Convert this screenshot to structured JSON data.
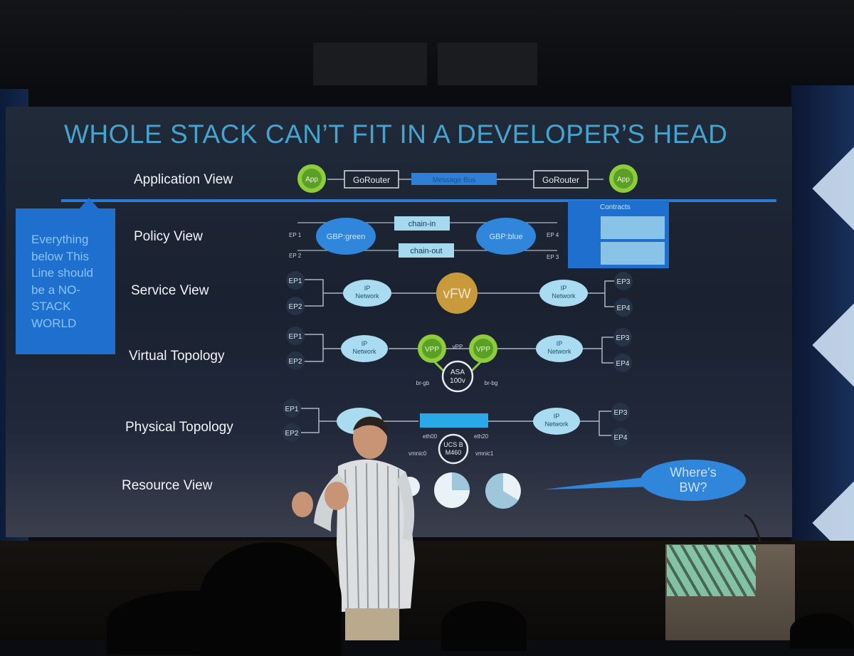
{
  "slide": {
    "title": "WHOLE STACK CAN’T FIT IN A DEVELOPER’S HEAD",
    "views": [
      "Application View",
      "Policy View",
      "Service View",
      "Virtual Topology",
      "Physical Topology",
      "Resource View"
    ],
    "note": "Everything\nbelow This\nLine should\nbe a NO-\nSTACK\nWORLD",
    "application_view": {
      "app_left": "App",
      "gorouter_left": "GoRouter",
      "message_bus": "Message Bus",
      "gorouter_right": "GoRouter",
      "app_right": "App"
    },
    "policy_view": {
      "ep1": "EP 1",
      "ep2": "EP 2",
      "ep3": "EP 3",
      "ep4": "EP 4",
      "group_left": "GBP:green",
      "group_right": "GBP:blue",
      "chain_in": "chain-in",
      "chain_out": "chain-out",
      "contracts_title": "Contracts"
    },
    "service_view": {
      "ep1": "EP1",
      "ep2": "EP2",
      "ep3": "EP3",
      "ep4": "EP4",
      "network_left_1": "IP",
      "network_left_2": "Network",
      "network_right_1": "IP",
      "network_right_2": "Network",
      "firewall": "vFW"
    },
    "virtual_topology": {
      "ep1": "EP1",
      "ep2": "EP2",
      "ep3": "EP3",
      "ep4": "EP4",
      "network_left_1": "IP",
      "network_left_2": "Network",
      "network_right_1": "IP",
      "network_right_2": "Network",
      "vpp_left": "VPP",
      "vpp_link": "vPP",
      "vpp_right": "VPP",
      "asa_1": "ASA",
      "asa_2": "100v",
      "br_left": "br-gb",
      "br_right": "br-bg"
    },
    "physical_topology": {
      "ep1": "EP1",
      "ep2": "EP2",
      "ep3": "EP3",
      "ep4": "EP4",
      "network_right_1": "IP",
      "network_right_2": "Network",
      "eth_left": "eth00",
      "eth_right": "eth20",
      "vnic_left": "vmnic0",
      "vnic_right": "vmnic1",
      "ucs_1": "UCS B",
      "ucs_2": "M460"
    },
    "speech": {
      "line1": "Where's",
      "line2": "BW?"
    }
  },
  "colors": {
    "title": "#46a3cf",
    "accent_blue": "#2c7ad2",
    "app_green": "#8ecc3b",
    "cloud": "#a9dcf0",
    "firewall": "#c99a3c",
    "bubble": "#2f86db"
  }
}
